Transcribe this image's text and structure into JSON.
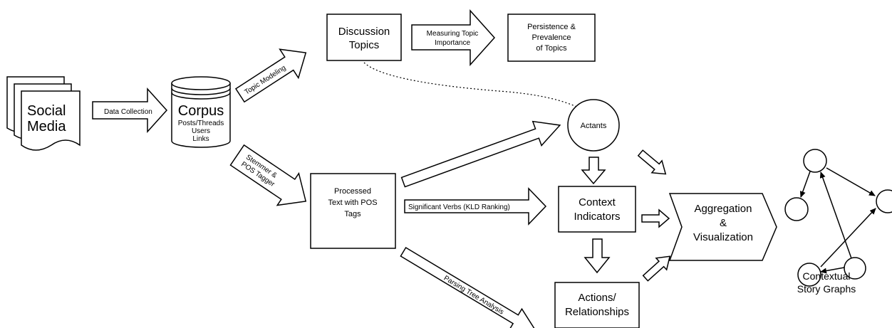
{
  "nodes": {
    "social_media": [
      "Social",
      "Media"
    ],
    "corpus_title": "Corpus",
    "corpus_items": [
      "Posts/Threads",
      "Users",
      "Links"
    ],
    "discussion_topics": [
      "Discussion",
      "Topics"
    ],
    "persistence": [
      "Persistence &",
      "Prevalence",
      "of Topics"
    ],
    "processed_text": [
      "Processed",
      "Text with POS",
      "Tags"
    ],
    "actants": "Actants",
    "context_indicators": [
      "Context",
      "Indicators"
    ],
    "actions_relationships": [
      "Actions/",
      "Relationships"
    ],
    "aggregation": [
      "Aggregation",
      "&",
      "Visualization"
    ],
    "story_graphs_caption": [
      "Contextual",
      "Story Graphs"
    ]
  },
  "edges": {
    "data_collection": "Data Collection",
    "topic_modeling": "Topic Modeling",
    "measuring_importance": [
      "Measuring Topic",
      "Importance"
    ],
    "stemmer": [
      "Stemmer &",
      "POS Tagger"
    ],
    "significant_verbs": "Significant Verbs (KLD Ranking)",
    "parsing_tree": "Parsing Tree Analysis"
  }
}
